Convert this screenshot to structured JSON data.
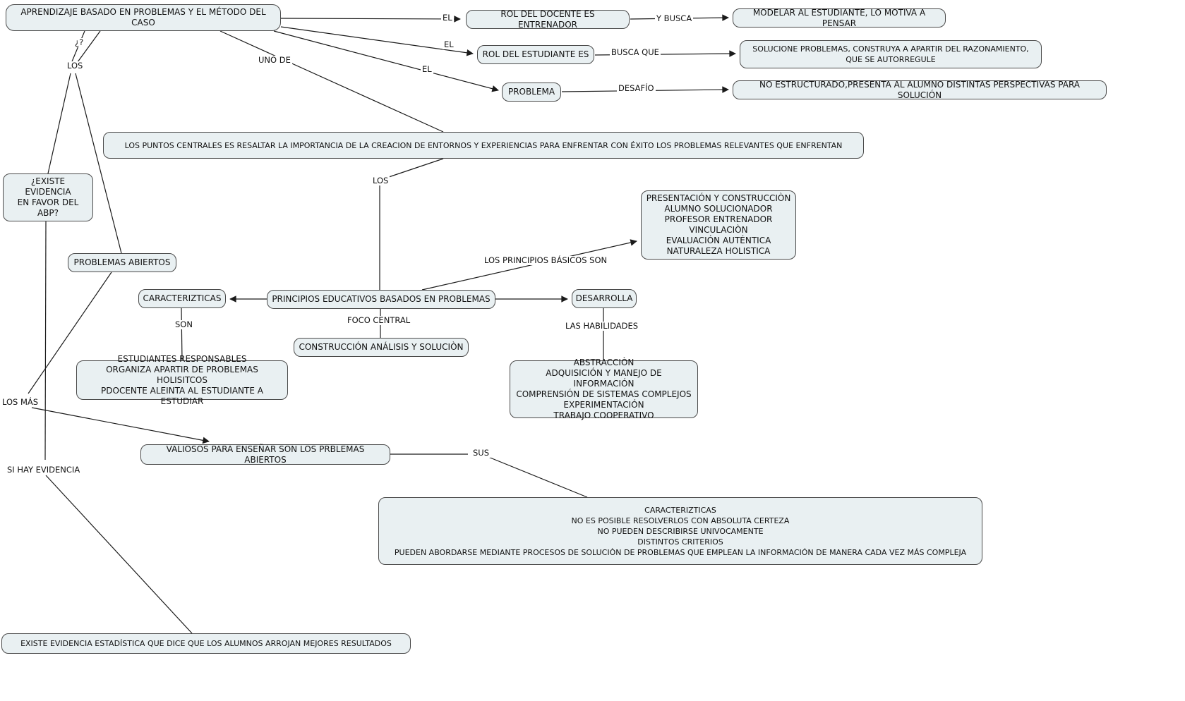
{
  "nodes": {
    "title": "APRENDIZAJE BASADO EN PROBLEMAS Y EL MÉTODO DEL CASO",
    "rol_docente": "ROL DEL DOCENTE ES ENTRENADOR",
    "modelar": "MODELAR AL ESTUDIANTE, LO MOTIVA A PENSAR",
    "rol_estudiante": "ROL DEL ESTUDIANTE ES",
    "solucione": "SOLUCIONE PROBLEMAS, CONSTRUYA A APARTIR DEL RAZONAMIENTO,\nQUE SE AUTORREGULE",
    "problema": "PROBLEMA",
    "no_estructurado": "NO ESTRUCTURADO,PRESENTA AL ALUMNO DISTINTAS PERSPECTIVAS PARA SOLUCIÓN",
    "puntos_centrales": "LOS PUNTOS CENTRALES ES RESALTAR LA IMPORTANCIA DE LA CREACION DE ENTORNOS Y EXPERIENCIAS PARA ENFRENTAR CON ÉXITO LOS PROBLEMAS RELEVANTES QUE ENFRENTAN",
    "existe_evidencia": "¿EXISTE EVIDENCIA\nEN FAVOR DEL\nABP?",
    "presentacion": "PRESENTACIÓN Y CONSTRUCCIÒN\nALUMNO SOLUCIONADOR\nPROFESOR ENTRENADOR\nVINCULACIÒN\nEVALUACIÓN AUTÉNTICA\nNATURALEZA HOLISTICA",
    "problemas_abiertos": "PROBLEMAS ABIERTOS",
    "caracterizticas": "CARACTERIZTICAS",
    "principios": "PRINCIPIOS EDUCATIVOS BASADOS EN PROBLEMAS",
    "desarrolla": "DESARROLLA",
    "construccion": "CONSTRUCCIÓN ANÁLISIS Y SOLUCIÒN",
    "estudiantes": "ESTUDIANTES RESPONSABLES\nORGANIZA APARTIR DE PROBLEMAS HOLISITCOS\nPDOCENTE ALEINTA AL ESTUDIANTE A ESTUDIAR",
    "abstraccion": "ABSTRACCIÒN\nADQUISICIÓN Y MANEJO DE INFORMACIÓN\nCOMPRENSIÓN DE SISTEMAS COMPLEJOS\nEXPERIMENTACIÓN\nTRABAJO COOPERATIVO",
    "valiosos": "VALIOSOS PARA ENSEÑAR SON LOS PRBLEMAS ABIERTOS",
    "caract_grandes": "CARACTERIZTICAS\nNO ES POSIBLE RESOLVERLOS CON ABSOLUTA CERTEZA\nNO PUEDEN DESCRIBIRSE UNIVOCAMENTE\nDISTINTOS CRITERIOS\nPUEDEN ABORDARSE MEDIANTE PROCESOS DE SOLUCIÒN DE PROBLEMAS QUE EMPLEAN LA INFORMACIÓN DE MANERA CADA VEZ MÁS COMPLEJA",
    "existe_estadistica": "EXISTE EVIDENCIA ESTADÍSTICA QUE DICE QUE LOS ALUMNOS ARROJAN MEJORES RESULTADOS"
  },
  "link_labels": {
    "el1": "EL",
    "el2": "EL",
    "el3": "EL",
    "y_busca": "Y BUSCA",
    "busca_que": "BUSCA QUE",
    "desafio": "DESAFÍO",
    "uno_de": "UNO DE",
    "interrogacion": "¿?",
    "los1": "LOS",
    "los2": "LOS",
    "principios_basicos": "LOS PRINCIPIOS BÁSICOS SON",
    "son": "SON",
    "foco_central": "FOCO CENTRAL",
    "las_habilidades": "LAS HABILIDADES",
    "los_mas": "LOS MÁS",
    "sus": "SUS",
    "si_hay_evidencia": "SI HAY EVIDENCIA"
  },
  "colors": {
    "node_fill": "#e9f0f2",
    "node_border": "#4a4a4a",
    "line": "#1a1a1a",
    "background": "#ffffff",
    "text": "#111111"
  }
}
